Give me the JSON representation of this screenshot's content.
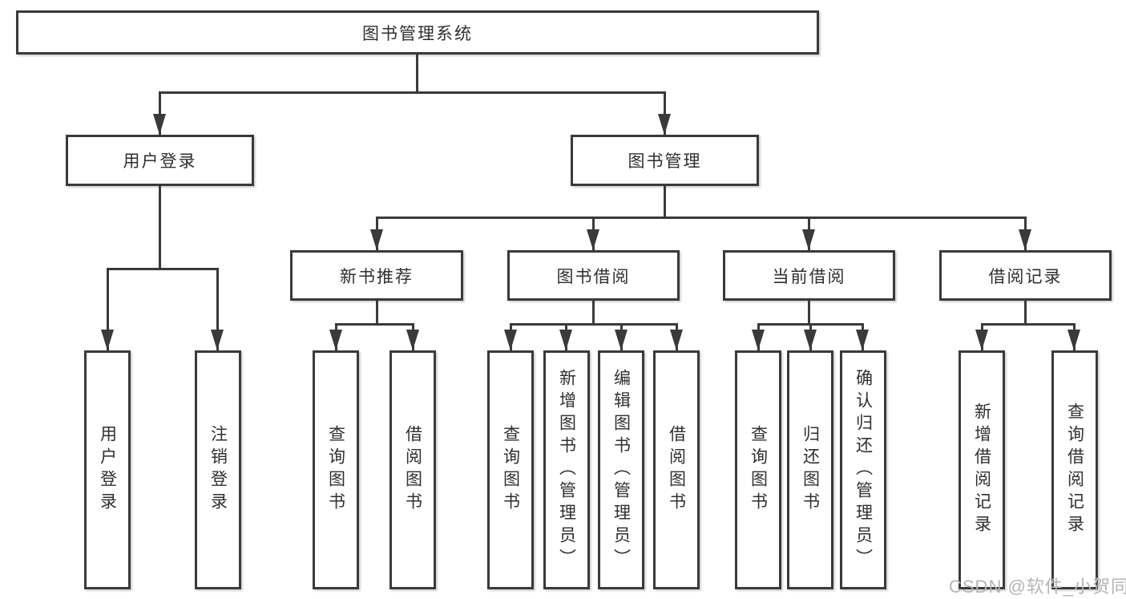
{
  "diagram_title": "图书管理系统",
  "tree": {
    "root": {
      "label": "图书管理系统"
    },
    "branches": [
      {
        "label": "用户登录",
        "children": [
          {
            "label": "用户登录"
          },
          {
            "label": "注销登录"
          }
        ]
      },
      {
        "label": "图书管理",
        "children": [
          {
            "label": "新书推荐",
            "children": [
              {
                "label": "查询图书"
              },
              {
                "label": "借阅图书"
              }
            ]
          },
          {
            "label": "图书借阅",
            "children": [
              {
                "label": "查询图书"
              },
              {
                "label": "新增图书（管理员）"
              },
              {
                "label": "编辑图书（管理员）"
              },
              {
                "label": "借阅图书"
              }
            ]
          },
          {
            "label": "当前借阅",
            "children": [
              {
                "label": "查询图书"
              },
              {
                "label": "归还图书"
              },
              {
                "label": "确认归还（管理员）"
              }
            ]
          },
          {
            "label": "借阅记录",
            "children": [
              {
                "label": "新增借阅记录"
              },
              {
                "label": "查询借阅记录"
              }
            ]
          }
        ]
      }
    ]
  },
  "watermark": "CSDN @软件_小贺同学",
  "colors": {
    "line": "#3a3a3a",
    "box_border": "#3a3a3a",
    "text": "#2f2f2f",
    "watermark": "#b5b5b8",
    "background": "#ffffff"
  }
}
